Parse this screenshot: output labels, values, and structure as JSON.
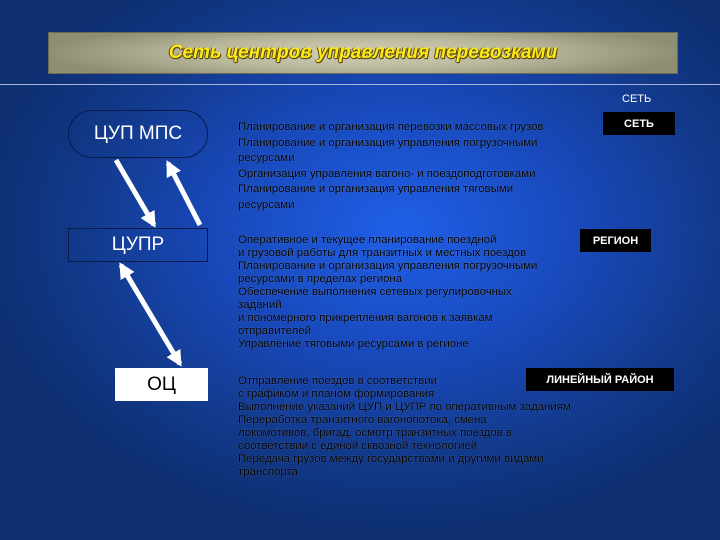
{
  "title": "Сеть центров управления перевозками",
  "corner_label": "СЕТЬ",
  "nodes": {
    "mps": "ЦУП МПС",
    "tsupr": "ЦУПР",
    "oc": "ОЦ"
  },
  "levels": [
    {
      "badge": "СЕТЬ",
      "lines": [
        "Планирование и организация перевозки массовых грузов",
        "Планирование и организация управления погрузочными",
        "ресурсами",
        "Организация управления вагоно- и поездоподготовками",
        "Планирование и организация управления тяговыми",
        "ресурсами"
      ]
    },
    {
      "badge": "РЕГИОН",
      "lines": [
        "Оперативное и текущее планирование поездной",
        "и грузовой работы для транзитных и местных поездов",
        "Планирование и организация управления погрузочными",
        "ресурсами в пределах региона",
        "Обеспечение выполнения сетевых регулировочных",
        "заданий",
        "и пономерного прикрепления вагонов к заявкам",
        "отправителей",
        "Управление тяговыми ресурсами в регионе"
      ]
    },
    {
      "badge": "ЛИНЕЙНЫЙ РАЙОН",
      "lines": [
        "Отправление поездов в соответствии",
        "с графиком и планом формирования",
        "Выполнение указаний ЦУП и ЦУПР по оперативным заданиям",
        "Переработка транзитного вагонопотока, смена",
        "локомотивов, бригад, осмотр транзитных поездов в",
        "соответствии с единой сквозной технологией",
        "Передача грузов между государствами и другими видами",
        "транспорта"
      ]
    }
  ],
  "colors": {
    "background": "#1848b8",
    "title_text": "#ffe81a",
    "badge_bg": "#000000",
    "arrow": "#ffffff"
  }
}
